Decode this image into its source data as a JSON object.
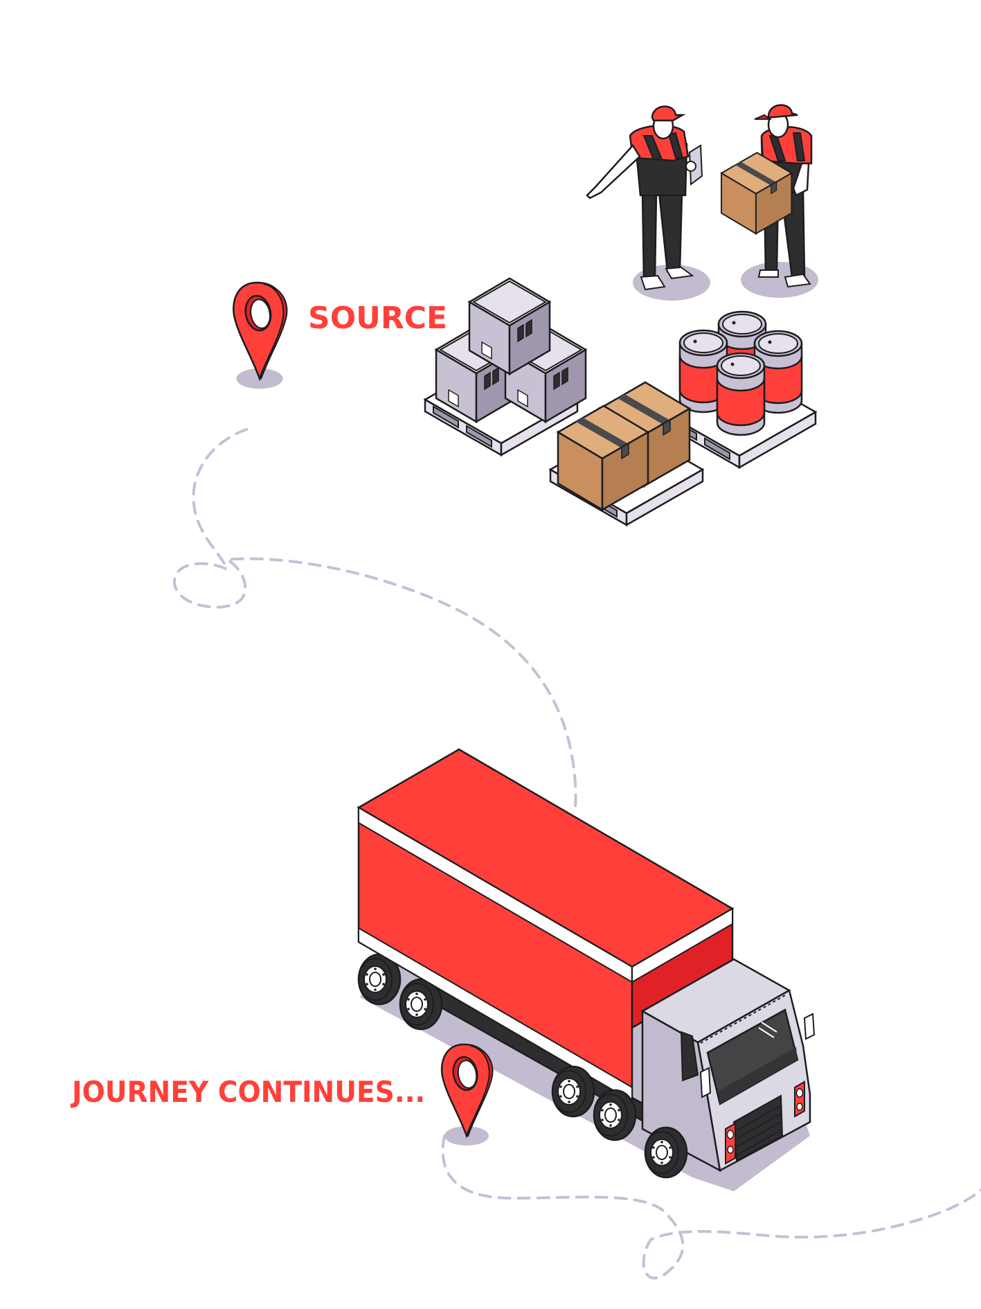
{
  "labels": {
    "source": "SOURCE",
    "journey": "JOURNEY CONTINUES..."
  },
  "colors": {
    "accent_red": "#ff403a",
    "dark_red": "#e02227",
    "outline": "#1d1d1f",
    "shadow_lavender": "#c3bbcf",
    "path_dash": "#c6bfd6",
    "box_grey": "#c8c0d3",
    "box_grey_dark": "#a097ae",
    "cardboard_light": "#e0ae7c",
    "cardboard_dark": "#c98f5f",
    "tape": "#4a4a4c",
    "overalls": "#2e2e30",
    "cab_light": "#dcd8e4",
    "cab_side": "#c2bbcf",
    "glass": "#444446",
    "white": "#ffffff"
  },
  "scene": {
    "markers": [
      {
        "name": "source",
        "icon": "map-pin-icon"
      },
      {
        "name": "journey",
        "icon": "map-pin-icon"
      }
    ],
    "objects": [
      "worker-pointing",
      "worker-carrying-box",
      "grey-crates-pallet",
      "cardboard-boxes-pallet",
      "barrels-pallet",
      "delivery-truck",
      "dashed-route"
    ]
  }
}
